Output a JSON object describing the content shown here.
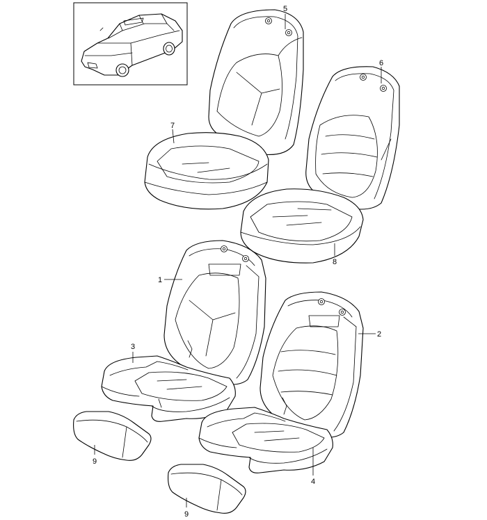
{
  "callouts": {
    "c1": "1",
    "c2": "2",
    "c3": "3",
    "c4": "4",
    "c5": "5",
    "c6": "6",
    "c7": "7",
    "c8": "8",
    "c9a": "9",
    "c9b": "9"
  },
  "icons": {
    "vehicle": "suv-vehicle-icon"
  },
  "colors": {
    "line": "#000000",
    "background": "#ffffff"
  }
}
